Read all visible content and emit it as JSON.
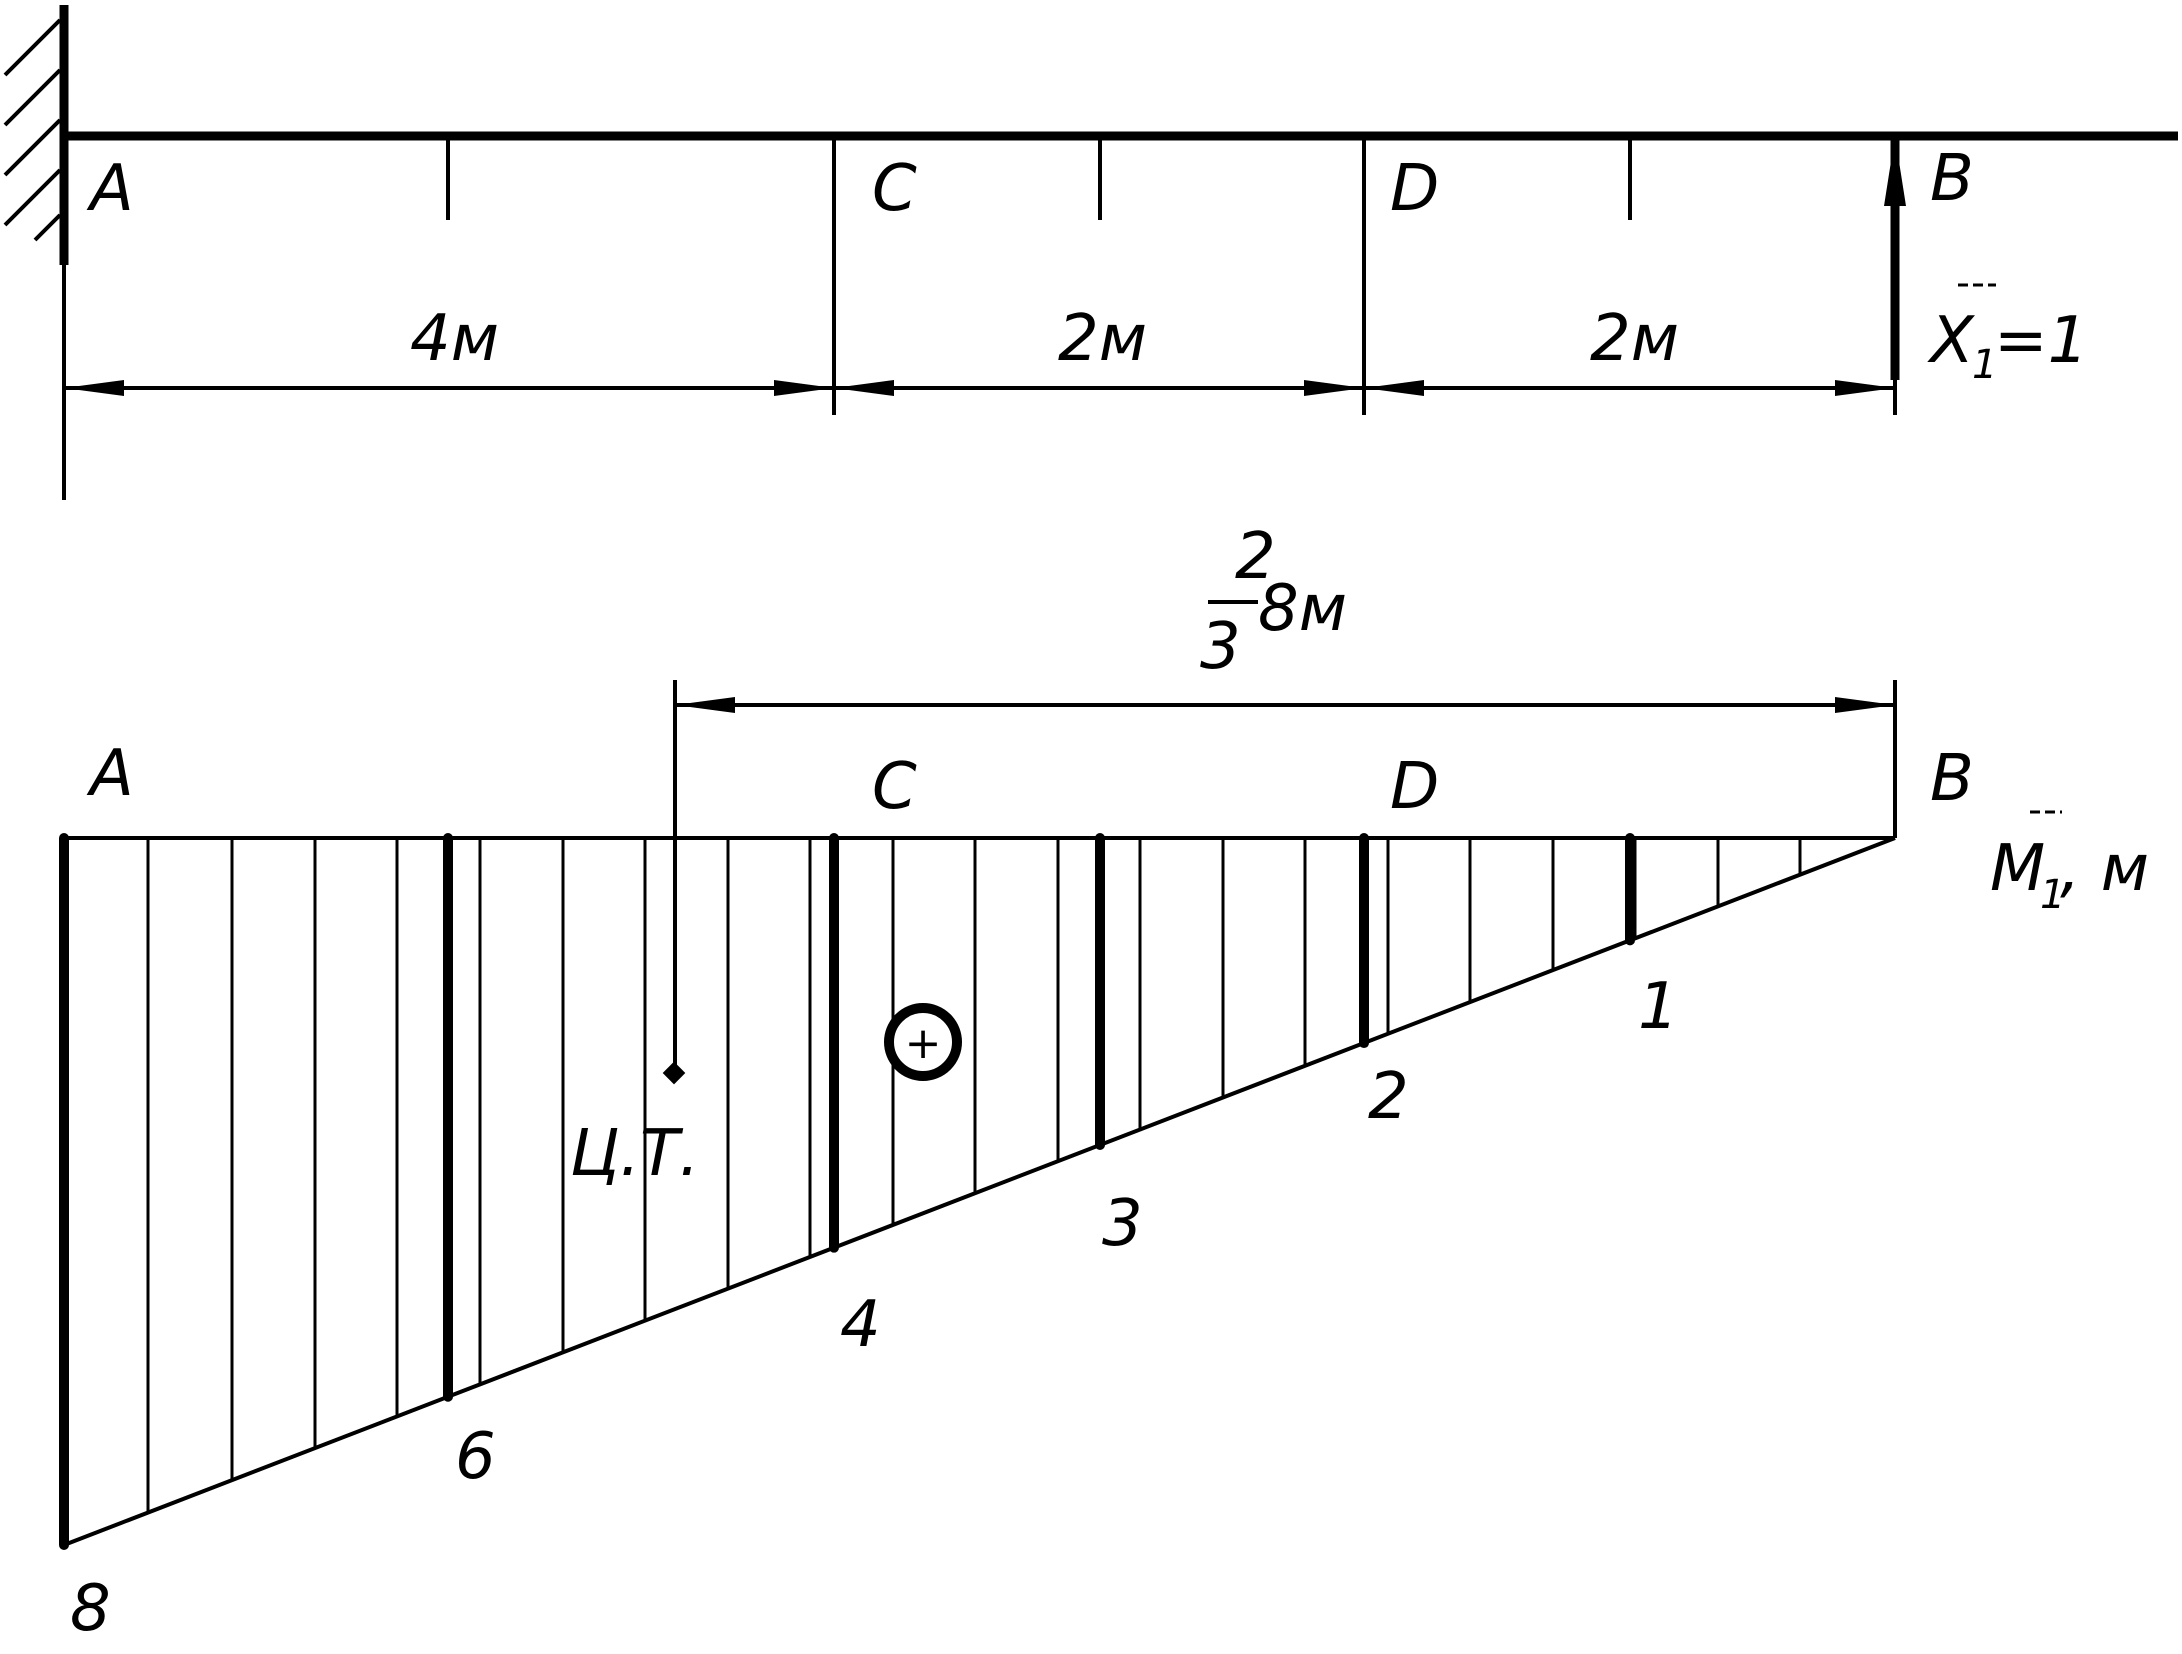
{
  "beam": {
    "labels": {
      "a": "A",
      "c": "C",
      "d": "D",
      "b": "B"
    },
    "dimensions": {
      "ac": "4м",
      "cd": "2м",
      "db": "2м"
    },
    "force": {
      "symbol": "X",
      "subscript": "1",
      "value": "=1"
    }
  },
  "diagram": {
    "labels": {
      "a": "A",
      "c": "C",
      "d": "D",
      "b": "B"
    },
    "centroid_dim": {
      "num": "2",
      "den": "3",
      "length": "8м"
    },
    "centroid_label": "Ц.Т.",
    "sign": "+",
    "title": {
      "symbol": "M",
      "subscript": "1",
      "unit": ", м"
    },
    "ordinates": [
      "8",
      "6",
      "4",
      "3",
      "2",
      "1"
    ]
  },
  "colors": {
    "stroke": "#000000",
    "background": "#ffffff"
  }
}
